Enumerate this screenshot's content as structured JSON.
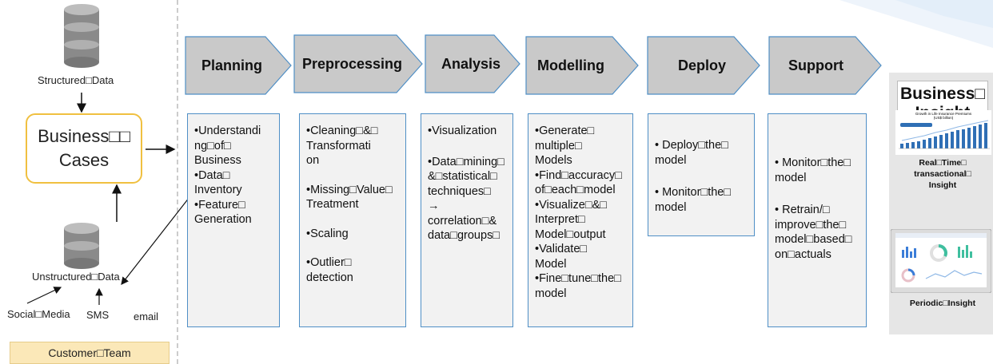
{
  "colors": {
    "arrow_fill": "#c9c9c9",
    "box_border": "#4f8fc6",
    "biz_border": "#f0c040",
    "team_fill": "#fbe8b8"
  },
  "left": {
    "structured_label": "Structured□Data",
    "business_cases": "Business□□\nCases",
    "unstructured_label": "Unstructured□Data",
    "sources": {
      "social": "Social□Media",
      "sms": "SMS",
      "email": "email"
    },
    "team": "Customer□Team"
  },
  "steps": [
    {
      "title": "Planning",
      "items": [
        "•Understandi\nng□of□\nBusiness",
        "•Data□\nInventory",
        "•Feature□\nGeneration"
      ]
    },
    {
      "title": "Preprocessing",
      "items": [
        "•Cleaning□&□\nTransformati\non",
        "•Missing□Value□\nTreatment",
        "•Scaling",
        "•Outlier□\ndetection"
      ]
    },
    {
      "title": "Analysis",
      "items": [
        "•Visualization",
        "•Data□mining□\n&□statistical□\ntechniques□\n→\ncorrelation□&\ndata□groups□"
      ]
    },
    {
      "title": "Modelling",
      "items": [
        "•Generate□\nmultiple□\nModels",
        "•Find□accuracy□\nof□each□model",
        "•Visualize□&□\nInterpret□\nModel□output",
        "•Validate□\nModel",
        "•Fine□tune□the□\nmodel"
      ]
    },
    {
      "title": "Deploy",
      "items": [
        "• Deploy□the□\nmodel",
        "• Monitor□the□\nmodel"
      ]
    },
    {
      "title": "Support",
      "items": [
        "• Monitor□the□\nmodel",
        "• Retrain/□\nimprove□the□\nmodel□based□\non□actuals"
      ]
    }
  ],
  "insight": {
    "title": "Business□\nInsight",
    "realtime": "Real□Time□\ntransactional□\nInsight",
    "periodic": "Periodic□Insight",
    "mini_chart_title": "Growth in Life Insurance Premiums\n(US$ billion)"
  }
}
